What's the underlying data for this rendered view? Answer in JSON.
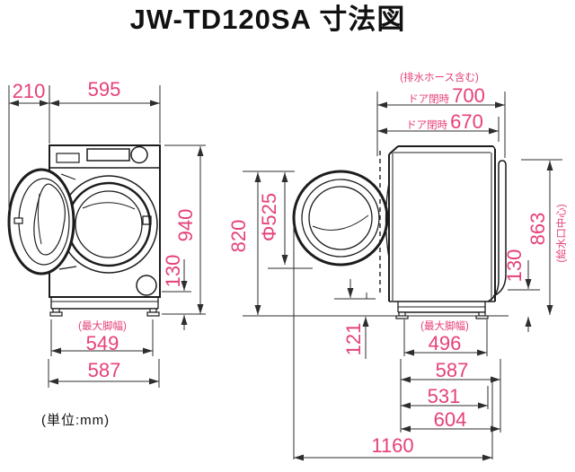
{
  "title": "JW-TD120SA 寸法図",
  "unit_note": "(単位:mm)",
  "accent_color": "#e6407a",
  "line_color": "#1c1c1c",
  "front_view": {
    "dim_210": "210",
    "dim_595": "595",
    "dim_940": "940",
    "dim_130": "130",
    "max_foot_note": "(最大脚幅)",
    "dim_549": "549",
    "dim_587": "587"
  },
  "side_view": {
    "hose_note": "(排水ホース含む)",
    "door_closed_label": "ドア閉時",
    "dim_700": "700",
    "dim_670": "670",
    "dim_820": "820",
    "dim_phi525": "Φ525",
    "dim_863": "863",
    "inlet_note": "(給水口中心)",
    "dim_130": "130",
    "dim_121": "121",
    "max_foot_note": "(最大脚幅)",
    "dim_496": "496",
    "dim_587": "587",
    "dim_531": "531",
    "dim_604": "604",
    "dim_1160": "1160"
  }
}
